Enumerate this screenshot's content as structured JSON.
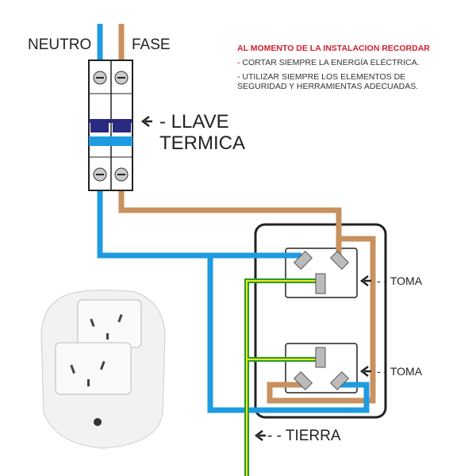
{
  "labels": {
    "neutro": "NEUTRO",
    "fase": "FASE",
    "llave": "- LLAVE",
    "termica": "TERMICA",
    "toma_top": "- - TOMA",
    "toma_bottom": "- - TOMA",
    "tierra": "- - TIERRA"
  },
  "notice": {
    "title": "AL MOMENTO DE LA INSTALACION RECORDAR",
    "line1": "- CORTAR SIEMPRE LA ENERGÍA ELÉCTRICA.",
    "line2": "- UTILIZAR SIEMPRE LOS ELEMENTOS DE",
    "line3": "SEGURIDAD Y HERRAMIENTAS ADECUADAS."
  },
  "colors": {
    "neutral_wire": "#1e9be0",
    "phase_wire": "#c8915f",
    "ground_wire": "#2a9a2a",
    "ground_stripe": "#e8e820",
    "warning": "#d0202e",
    "breaker_handle": "#2a2a80"
  }
}
